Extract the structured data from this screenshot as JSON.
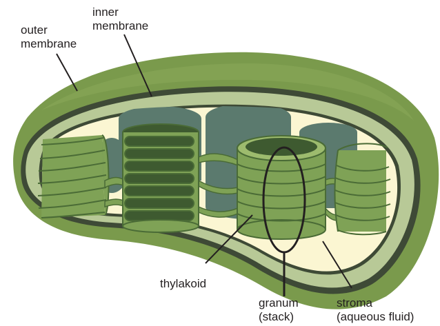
{
  "labels": {
    "outer_membrane": [
      "outer",
      "membrane"
    ],
    "inner_membrane": [
      "inner",
      "membrane"
    ],
    "thylakoid": "thylakoid",
    "granum": [
      "granum",
      "(stack)"
    ],
    "stroma": [
      "stroma",
      "(aqueous fluid)"
    ]
  },
  "colors": {
    "outer_membrane": "#7a9a4c",
    "membrane_line": "#3e4a36",
    "inner_membrane": "#b8c997",
    "stroma": "#fbf6d2",
    "background_stacks": "#5b7a6e",
    "thylakoid_fill": "#7fa256",
    "thylakoid_dark": "#3e5a30",
    "thylakoid_edge": "#4a6b36",
    "leader_line": "#231f20"
  }
}
